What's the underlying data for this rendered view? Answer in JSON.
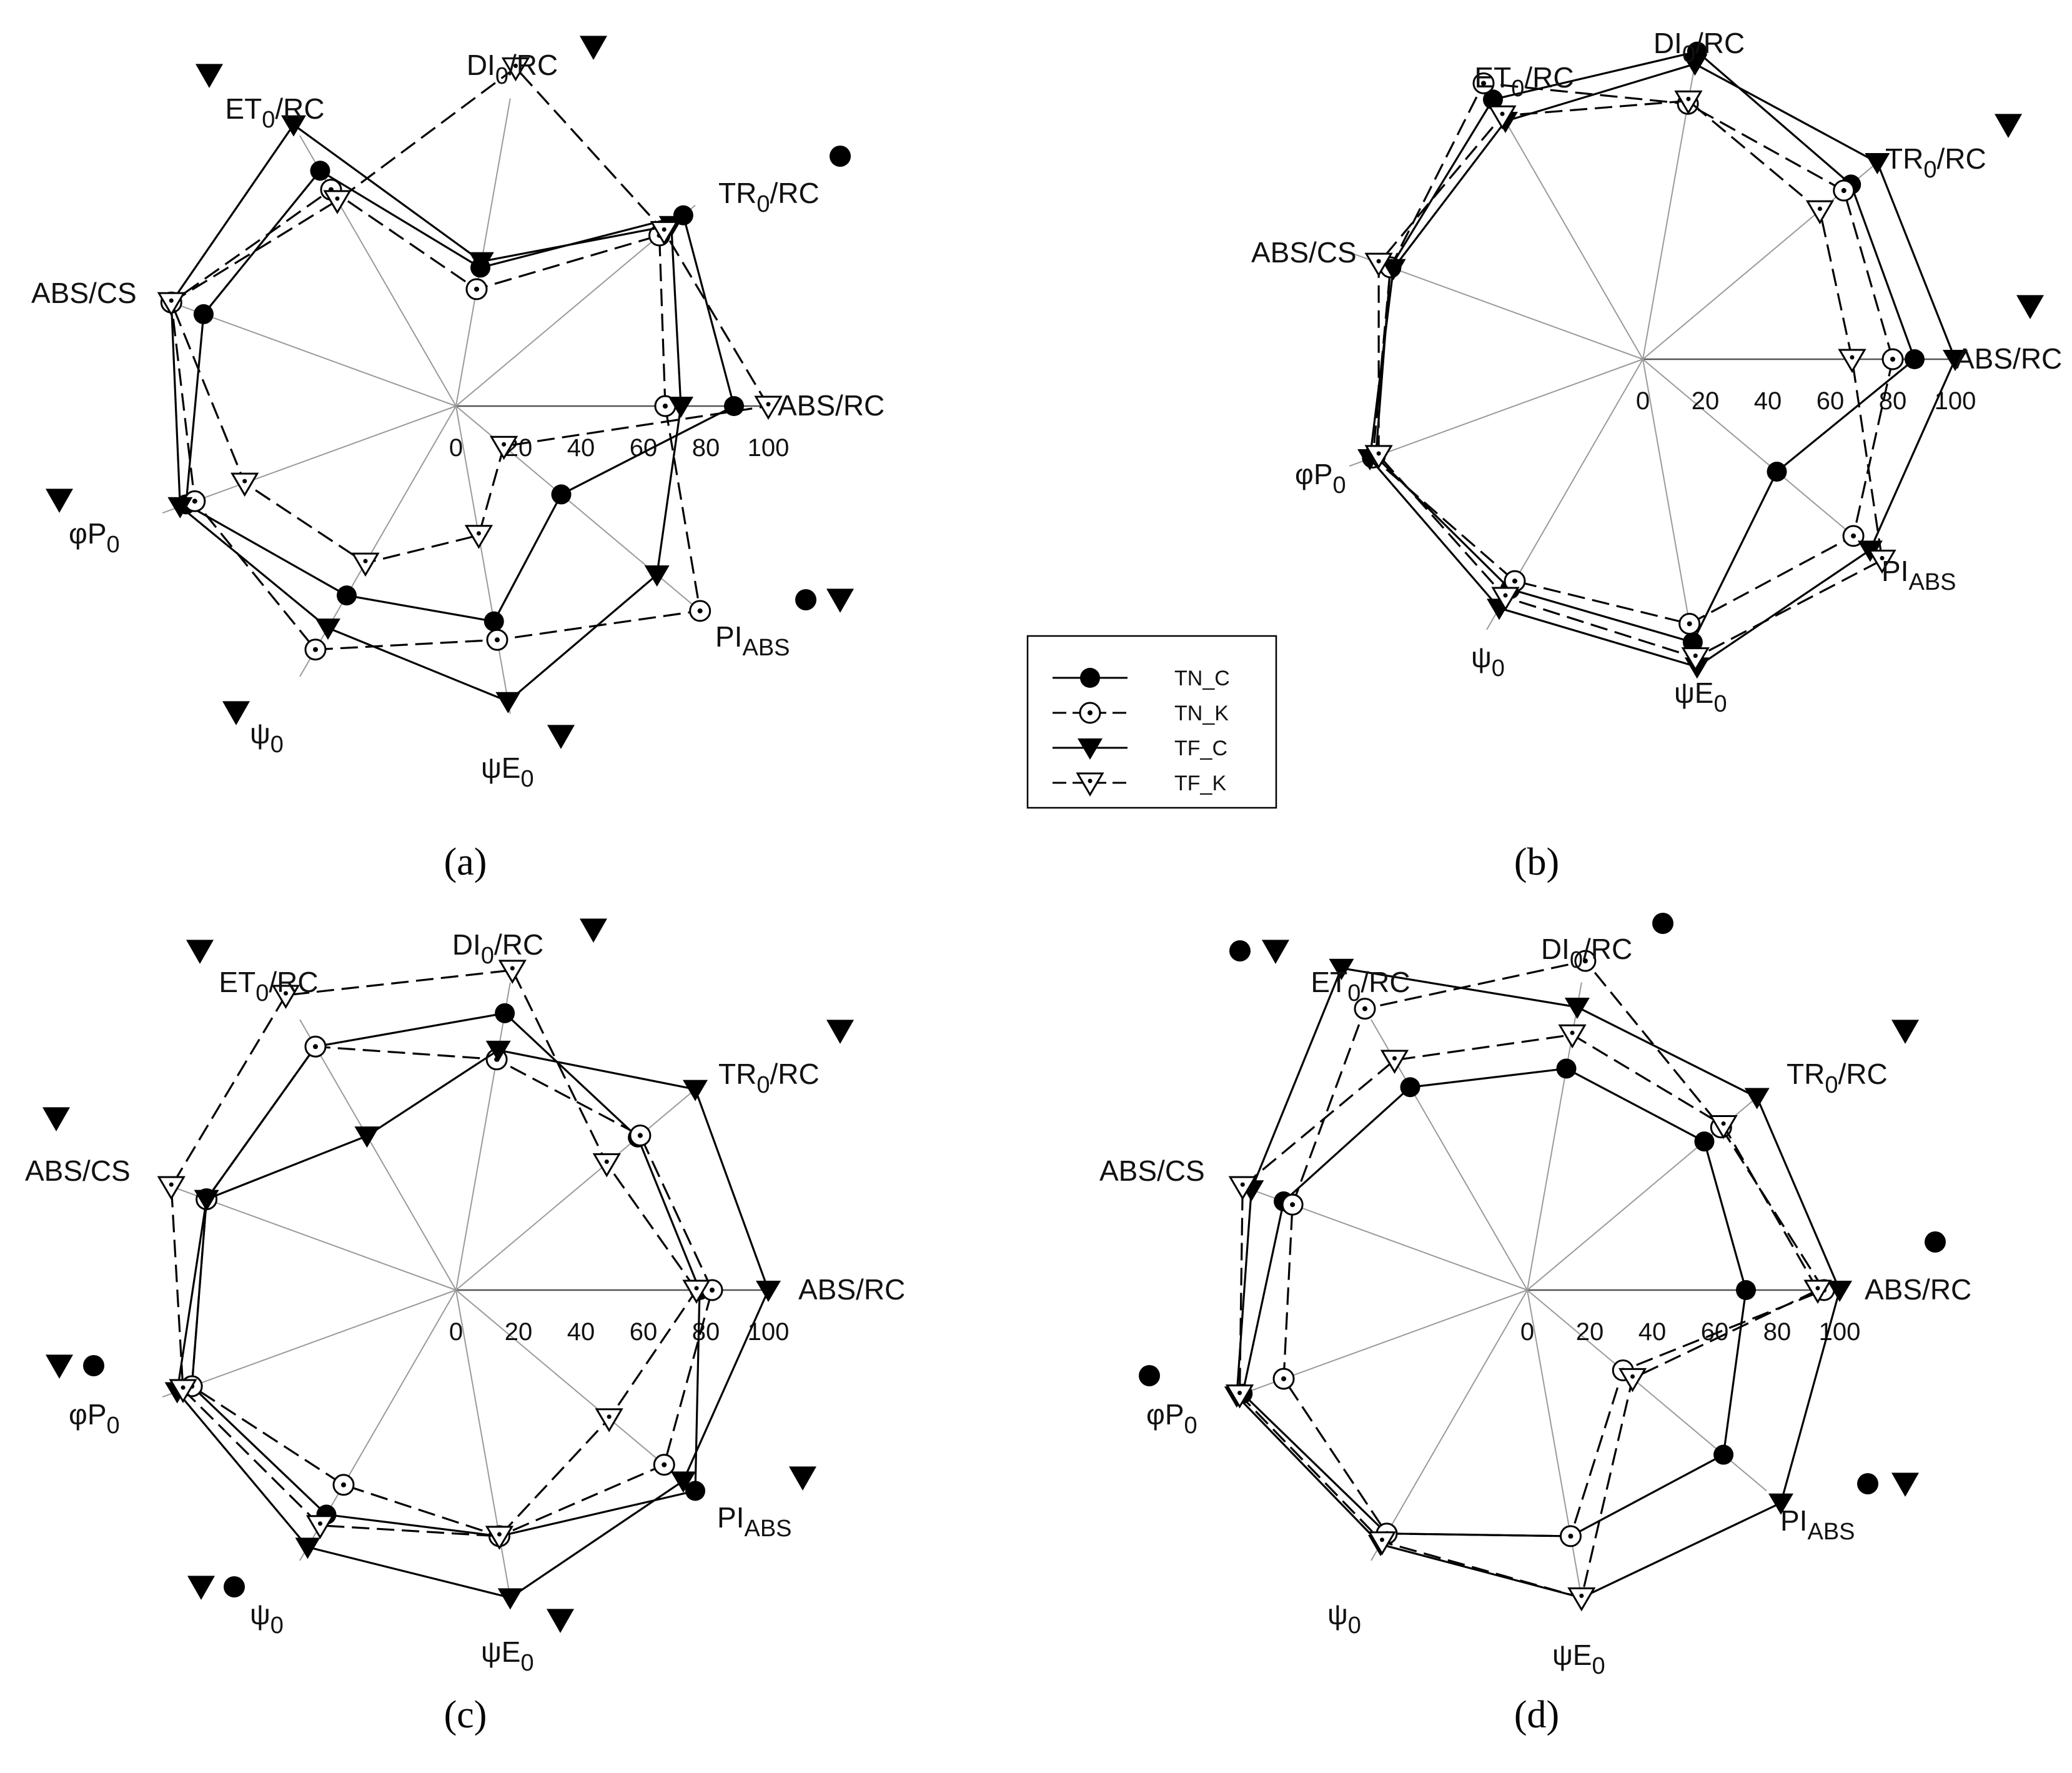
{
  "legend": {
    "entries": [
      "TN_C",
      "TN_K",
      "TF_C",
      "TF_K"
    ]
  },
  "chart_data": [
    {
      "type": "radar",
      "panel": "(a)",
      "axes": [
        "ABS/RC",
        "TR0/RC",
        "DI0/RC",
        "ET0/RC",
        "ABS/CS",
        "φP0",
        "ψ0",
        "ψE0",
        "PI_ABS"
      ],
      "tick_values": [
        0,
        20,
        40,
        60,
        80,
        100
      ],
      "range": [
        0,
        100
      ],
      "series": [
        {
          "name": "TN_C",
          "values": [
            89,
            95,
            45,
            87,
            86,
            92,
            70,
            70,
            44
          ]
        },
        {
          "name": "TN_K",
          "values": [
            67,
            85,
            38,
            80,
            97,
            89,
            90,
            76,
            102
          ]
        },
        {
          "name": "TF_C",
          "values": [
            72,
            90,
            47,
            104,
            97,
            94,
            82,
            96,
            84
          ]
        },
        {
          "name": "TF_K",
          "values": [
            100,
            87,
            110,
            76,
            97,
            72,
            58,
            42,
            20
          ]
        }
      ],
      "significance": [
        {
          "axis": "DI0/RC",
          "marks": [
            "triangle"
          ]
        },
        {
          "axis": "TR0/RC",
          "marks": [
            "circle"
          ]
        },
        {
          "axis": "ET0/RC",
          "marks": [
            "triangle"
          ]
        },
        {
          "axis": "φP0",
          "marks": [
            "triangle"
          ]
        },
        {
          "axis": "ψ0",
          "marks": [
            "triangle"
          ]
        },
        {
          "axis": "ψE0",
          "marks": [
            "triangle"
          ]
        },
        {
          "axis": "PI_ABS",
          "marks": [
            "circle",
            "triangle"
          ]
        }
      ]
    },
    {
      "type": "radar",
      "panel": "(b)",
      "axes": [
        "ABS/RC",
        "TR0/RC",
        "DI0/RC",
        "ET0/RC",
        "ABS/CS",
        "φP0",
        "ψ0",
        "ψE0",
        "PI_ABS"
      ],
      "tick_values": [
        0,
        20,
        40,
        60,
        80,
        100
      ],
      "range": [
        0,
        100
      ],
      "series": [
        {
          "name": "TN_C",
          "values": [
            87,
            87,
            100,
            96,
            86,
            91,
            85,
            92,
            56
          ]
        },
        {
          "name": "TN_K",
          "values": [
            80,
            84,
            83,
            102,
            86,
            92,
            82,
            86,
            88
          ]
        },
        {
          "name": "TF_C",
          "values": [
            100,
            98,
            96,
            88,
            85,
            93,
            92,
            100,
            95
          ]
        },
        {
          "name": "TF_K",
          "values": [
            67,
            74,
            84,
            90,
            90,
            90,
            88,
            97,
            100
          ]
        }
      ],
      "significance": [
        {
          "axis": "TR0/RC",
          "marks": [
            "triangle"
          ]
        },
        {
          "axis": "ABS/RC",
          "marks": [
            "triangle"
          ]
        }
      ]
    },
    {
      "type": "radar",
      "panel": "(c)",
      "axes": [
        "ABS/RC",
        "TR0/RC",
        "DI0/RC",
        "ET0/RC",
        "ABS/CS",
        "φP0",
        "ψ0",
        "ψE0",
        "PI_ABS"
      ],
      "tick_values": [
        0,
        20,
        40,
        60,
        80,
        100
      ],
      "range": [
        0,
        100
      ],
      "series": [
        {
          "name": "TN_C",
          "values": [
            78,
            76,
            90,
            90,
            85,
            90,
            83,
            80,
            100
          ]
        },
        {
          "name": "TN_K",
          "values": [
            82,
            77,
            75,
            90,
            85,
            90,
            72,
            80,
            87
          ]
        },
        {
          "name": "TF_C",
          "values": [
            100,
            100,
            78,
            57,
            85,
            95,
            95,
            100,
            95
          ]
        },
        {
          "name": "TF_K",
          "values": [
            77,
            63,
            104,
            109,
            97,
            93,
            87,
            80,
            64
          ]
        }
      ],
      "significance": [
        {
          "axis": "DI0/RC",
          "marks": [
            "triangle"
          ]
        },
        {
          "axis": "ET0/RC",
          "marks": [
            "triangle"
          ]
        },
        {
          "axis": "TR0/RC",
          "marks": [
            "triangle"
          ]
        },
        {
          "axis": "ABS/CS",
          "marks": [
            "triangle"
          ]
        },
        {
          "axis": "φP0",
          "marks": [
            "triangle",
            "circle"
          ]
        },
        {
          "axis": "ψ0",
          "marks": [
            "triangle",
            "circle"
          ]
        },
        {
          "axis": "ψE0",
          "marks": [
            "triangle"
          ]
        },
        {
          "axis": "PI_ABS",
          "marks": [
            "triangle"
          ]
        }
      ]
    },
    {
      "type": "radar",
      "panel": "(d)",
      "axes": [
        "ABS/RC",
        "TR0/RC",
        "DI0/RC",
        "ET0/RC",
        "ABS/CS",
        "φP0",
        "ψ0",
        "ψE0",
        "PI_ABS"
      ],
      "tick_values": [
        0,
        20,
        40,
        60,
        80,
        100
      ],
      "range": [
        0,
        100
      ],
      "series": [
        {
          "name": "TN_C",
          "values": [
            70,
            74,
            72,
            75,
            83,
            97,
            90,
            80,
            82
          ]
        },
        {
          "name": "TN_K",
          "values": [
            95,
            81,
            107,
            104,
            80,
            83,
            90,
            80,
            40
          ]
        },
        {
          "name": "TF_C",
          "values": [
            100,
            96,
            92,
            119,
            94,
            99,
            94,
            100,
            106
          ]
        },
        {
          "name": "TF_K",
          "values": [
            93,
            82,
            83,
            85,
            97,
            98,
            93,
            100,
            44
          ]
        }
      ],
      "significance": [
        {
          "axis": "DI0/RC",
          "marks": [
            "circle"
          ]
        },
        {
          "axis": "ET0/RC",
          "marks": [
            "circle",
            "triangle"
          ]
        },
        {
          "axis": "TR0/RC",
          "marks": [
            "triangle"
          ]
        },
        {
          "axis": "ABS/RC",
          "marks": [
            "circle"
          ]
        },
        {
          "axis": "φP0",
          "marks": [
            "circle"
          ]
        },
        {
          "axis": "PI_ABS",
          "marks": [
            "circle",
            "triangle"
          ]
        }
      ]
    }
  ]
}
